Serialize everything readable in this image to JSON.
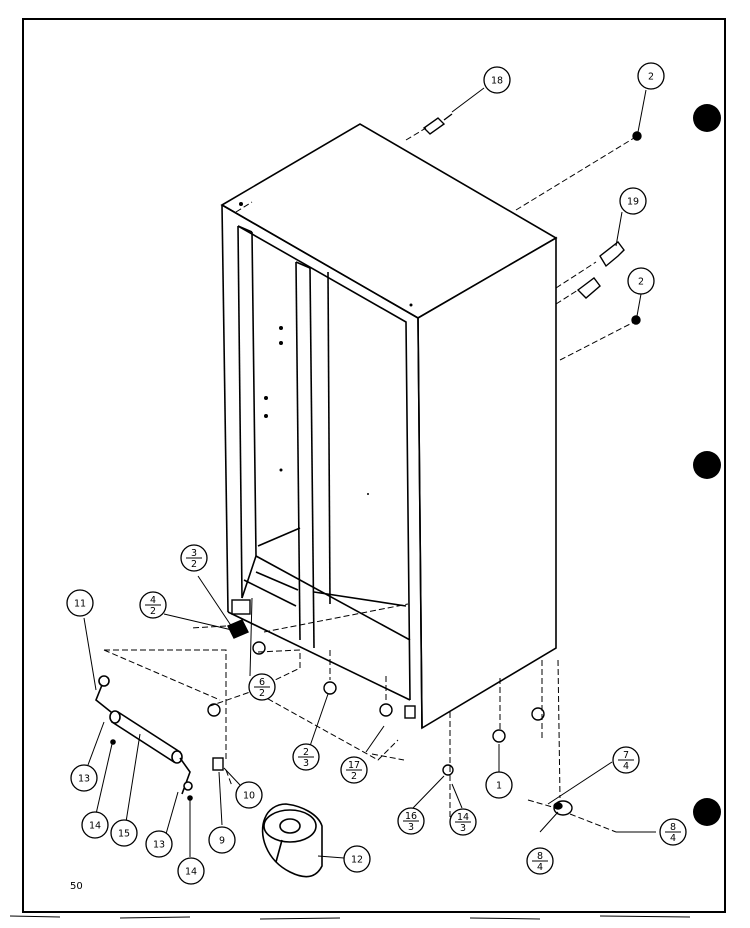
{
  "page_number": "50",
  "callouts": [
    {
      "id": "c18",
      "num": "18"
    },
    {
      "id": "c2a",
      "num": "2"
    },
    {
      "id": "c19",
      "num": "19"
    },
    {
      "id": "c2b",
      "num": "2"
    },
    {
      "id": "c3-2",
      "num": "3",
      "den": "2"
    },
    {
      "id": "c4-2",
      "num": "4",
      "den": "2"
    },
    {
      "id": "c11",
      "num": "11"
    },
    {
      "id": "c6-2",
      "num": "6",
      "den": "2"
    },
    {
      "id": "c2-3",
      "num": "2",
      "den": "3"
    },
    {
      "id": "c17-2",
      "num": "17",
      "den": "2"
    },
    {
      "id": "c13a",
      "num": "13"
    },
    {
      "id": "c14a",
      "num": "14"
    },
    {
      "id": "c15",
      "num": "15"
    },
    {
      "id": "c13b",
      "num": "13"
    },
    {
      "id": "c14b",
      "num": "14"
    },
    {
      "id": "c9",
      "num": "9"
    },
    {
      "id": "c10",
      "num": "10"
    },
    {
      "id": "c12",
      "num": "12"
    },
    {
      "id": "c16-3",
      "num": "16",
      "den": "3"
    },
    {
      "id": "c14-3",
      "num": "14",
      "den": "3"
    },
    {
      "id": "c1",
      "num": "1"
    },
    {
      "id": "c7-4",
      "num": "7",
      "den": "4"
    },
    {
      "id": "c8-4a",
      "num": "8",
      "den": "4"
    },
    {
      "id": "c8-4b",
      "num": "8",
      "den": "4"
    }
  ]
}
